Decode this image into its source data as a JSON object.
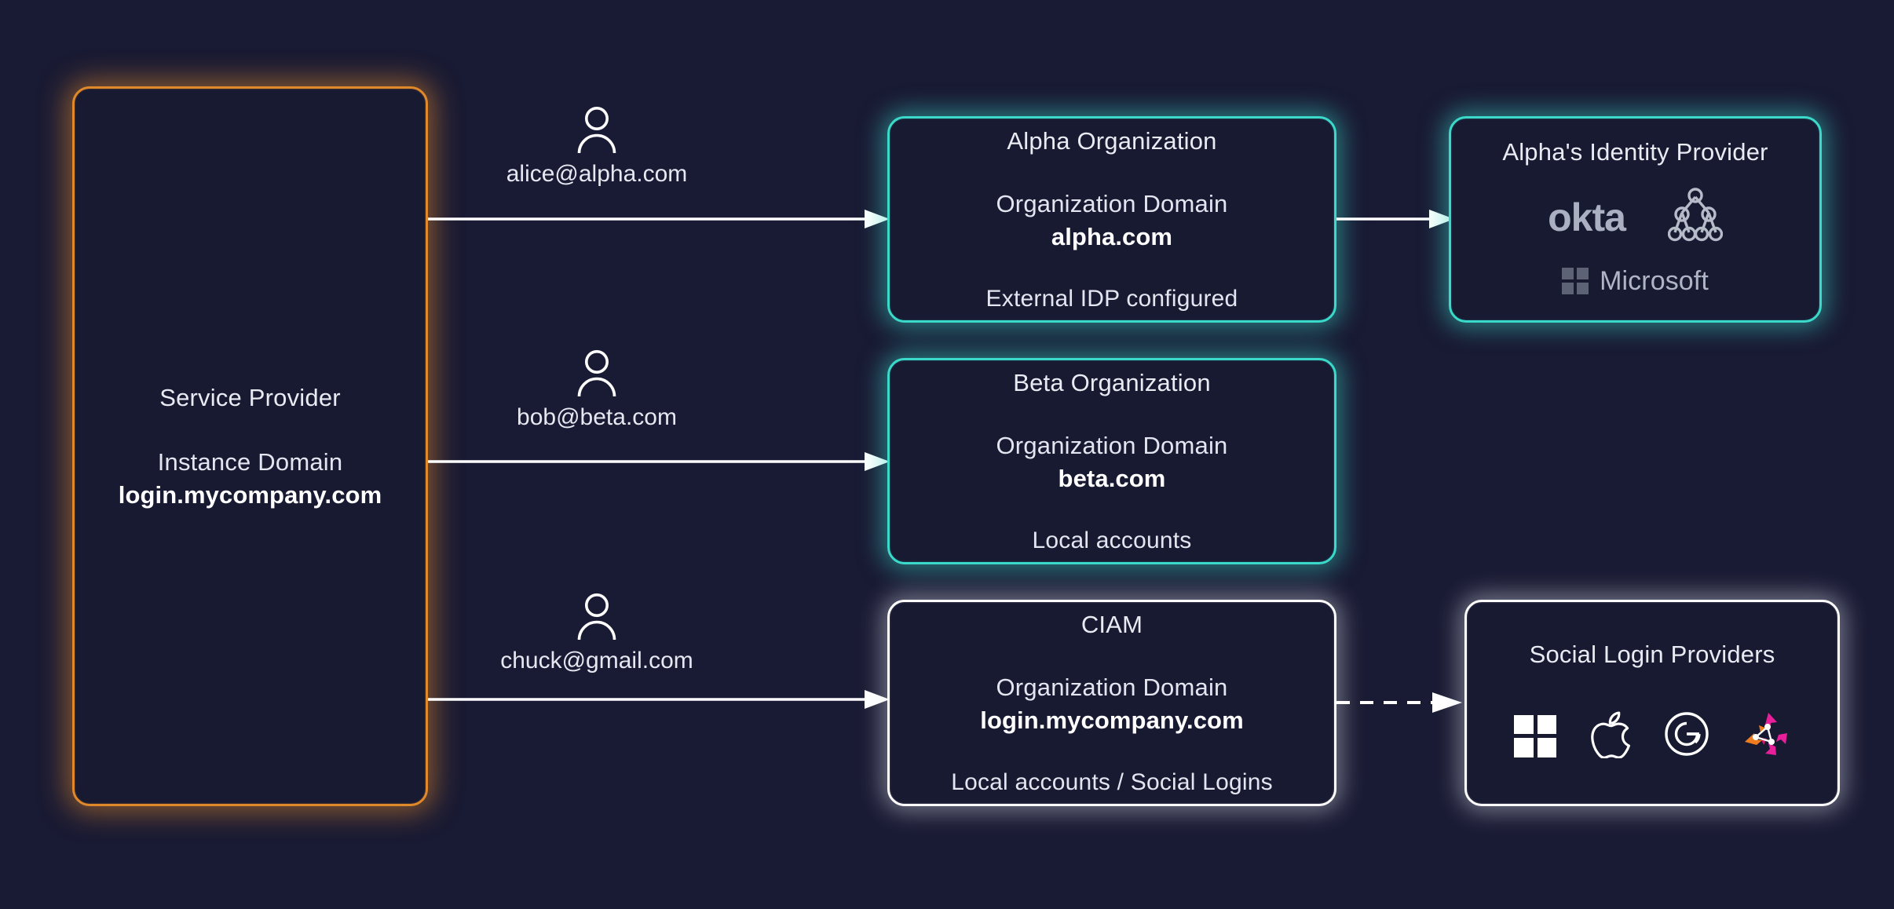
{
  "theme": {
    "background": "#191a33",
    "card_fill": "#181a32",
    "orange_accent": "#e0892b",
    "teal_accent": "#3ad9c9",
    "white_accent": "#ffffff",
    "text_primary": "#e9ebf3",
    "text_muted": "#b0b5c5"
  },
  "service_provider": {
    "title": "Service Provider",
    "domain_label": "Instance Domain",
    "domain_value": "login.mycompany.com"
  },
  "personas": [
    {
      "email": "alice@alpha.com",
      "icon": "user-icon"
    },
    {
      "email": "bob@beta.com",
      "icon": "user-icon"
    },
    {
      "email": "chuck@gmail.com",
      "icon": "user-icon"
    }
  ],
  "organizations": [
    {
      "title": "Alpha Organization",
      "domain_label": "Organization Domain",
      "domain_value": "alpha.com",
      "note": "External IDP configured",
      "accent": "teal"
    },
    {
      "title": "Beta Organization",
      "domain_label": "Organization Domain",
      "domain_value": "beta.com",
      "note": "Local accounts",
      "accent": "teal"
    },
    {
      "title": "CIAM",
      "domain_label": "Organization Domain",
      "domain_value": "login.mycompany.com",
      "note": "Local accounts / Social Logins",
      "accent": "white"
    }
  ],
  "identity_provider": {
    "title": "Alpha's Identity Provider",
    "logos": [
      {
        "name": "okta-logo",
        "label": "okta"
      },
      {
        "name": "ldap-tree-icon",
        "label": ""
      },
      {
        "name": "microsoft-logo",
        "label": "Microsoft"
      }
    ]
  },
  "social_providers": {
    "title": "Social  Login Providers",
    "logos": [
      {
        "name": "microsoft-logo",
        "label": ""
      },
      {
        "name": "apple-logo",
        "label": ""
      },
      {
        "name": "google-logo",
        "label": ""
      },
      {
        "name": "gravitee-logo",
        "label": ""
      }
    ]
  },
  "connectors": [
    {
      "name": "arrow-sp-to-alpha",
      "style": "solid"
    },
    {
      "name": "arrow-sp-to-beta",
      "style": "solid"
    },
    {
      "name": "arrow-sp-to-ciam",
      "style": "solid"
    },
    {
      "name": "arrow-alpha-to-idp",
      "style": "solid"
    },
    {
      "name": "arrow-ciam-to-social",
      "style": "dashed"
    }
  ]
}
